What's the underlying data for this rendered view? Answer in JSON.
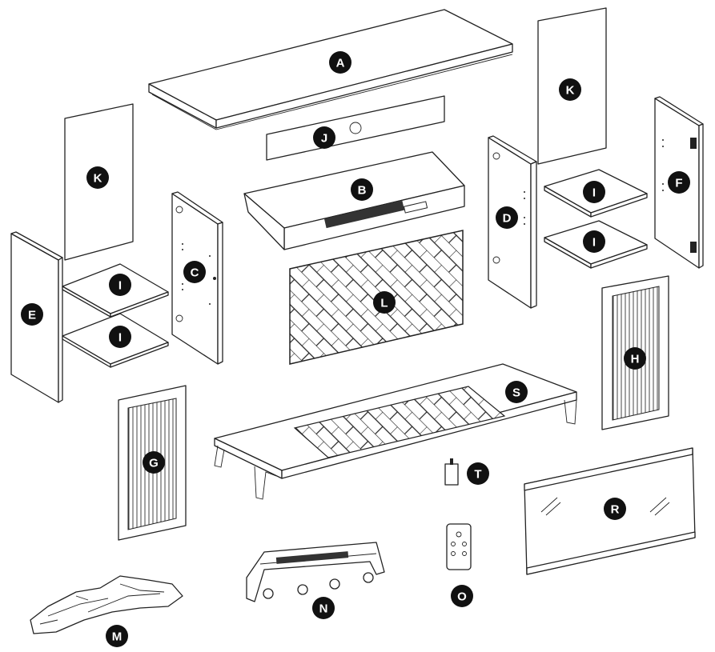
{
  "diagram": {
    "parts": [
      {
        "id": "A",
        "label": "A"
      },
      {
        "id": "B",
        "label": "B"
      },
      {
        "id": "C",
        "label": "C"
      },
      {
        "id": "D",
        "label": "D"
      },
      {
        "id": "E",
        "label": "E"
      },
      {
        "id": "F",
        "label": "F"
      },
      {
        "id": "G",
        "label": "G"
      },
      {
        "id": "H",
        "label": "H"
      },
      {
        "id": "I1",
        "label": "I"
      },
      {
        "id": "I2",
        "label": "I"
      },
      {
        "id": "I3",
        "label": "I"
      },
      {
        "id": "I4",
        "label": "I"
      },
      {
        "id": "J",
        "label": "J"
      },
      {
        "id": "K1",
        "label": "K"
      },
      {
        "id": "K2",
        "label": "K"
      },
      {
        "id": "L",
        "label": "L"
      },
      {
        "id": "M",
        "label": "M"
      },
      {
        "id": "N",
        "label": "N"
      },
      {
        "id": "O",
        "label": "O"
      },
      {
        "id": "R",
        "label": "R"
      },
      {
        "id": "S",
        "label": "S"
      },
      {
        "id": "T",
        "label": "T"
      }
    ]
  }
}
